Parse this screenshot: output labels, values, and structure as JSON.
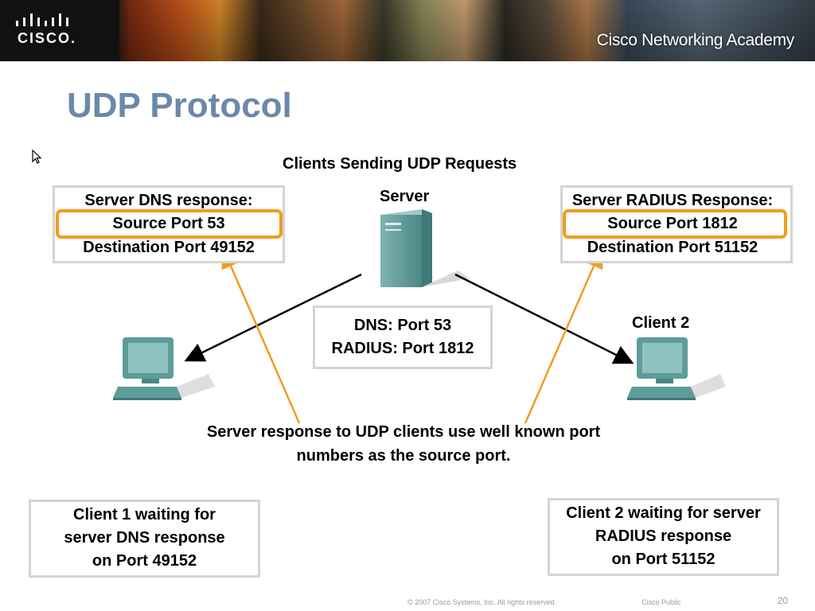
{
  "banner": {
    "logo_text": "CISCO.",
    "academy_text": "Cisco Networking Academy"
  },
  "slide": {
    "title": "UDP Protocol"
  },
  "diagram": {
    "heading": "Clients Sending UDP  Requests",
    "server_label": "Server",
    "client2_label": "Client 2",
    "dns_response_box": {
      "line1": "Server DNS response:",
      "line2": "Source Port 53",
      "line3": "Destination Port 49152"
    },
    "radius_response_box": {
      "line1": "Server RADIUS Response:",
      "line2": "Source Port 1812",
      "line3": "Destination Port 51152"
    },
    "server_ports_box": {
      "line1": "DNS: Port 53",
      "line2": "RADIUS: Port 1812"
    },
    "note": {
      "line1": "Server response to UDP clients use well known port",
      "line2": "numbers as the source port."
    },
    "client1_box": {
      "line1": "Client 1 waiting for",
      "line2": "server DNS response",
      "line3": "on Port 49152"
    },
    "client2_box": {
      "line1": "Client 2 waiting for server",
      "line2": "RADIUS response",
      "line3": "on Port 51152"
    },
    "colors": {
      "highlight": "#f39c1f",
      "title": "#6b89a8",
      "device": "#5e9c9a"
    }
  },
  "footer": {
    "copyright": "© 2007 Cisco Systems, Inc. All rights reserved.",
    "classification": "Cisco Public",
    "page_number": "20"
  }
}
